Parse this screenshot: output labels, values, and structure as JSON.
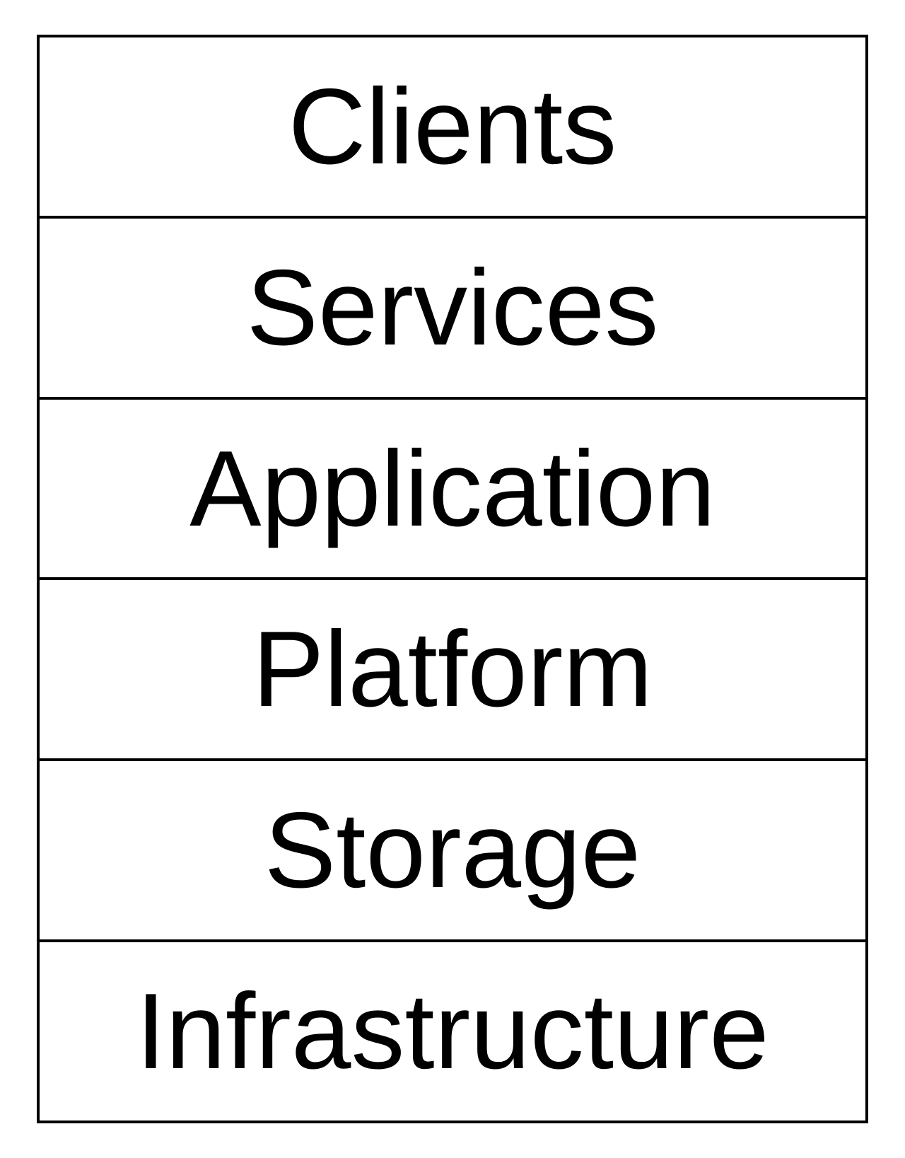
{
  "diagram": {
    "layers": [
      {
        "label": "Clients"
      },
      {
        "label": "Services"
      },
      {
        "label": "Application"
      },
      {
        "label": "Platform"
      },
      {
        "label": "Storage"
      },
      {
        "label": "Infrastructure"
      }
    ],
    "colors": {
      "stroke": "#000000",
      "text": "#000000",
      "background": "#ffffff"
    }
  }
}
